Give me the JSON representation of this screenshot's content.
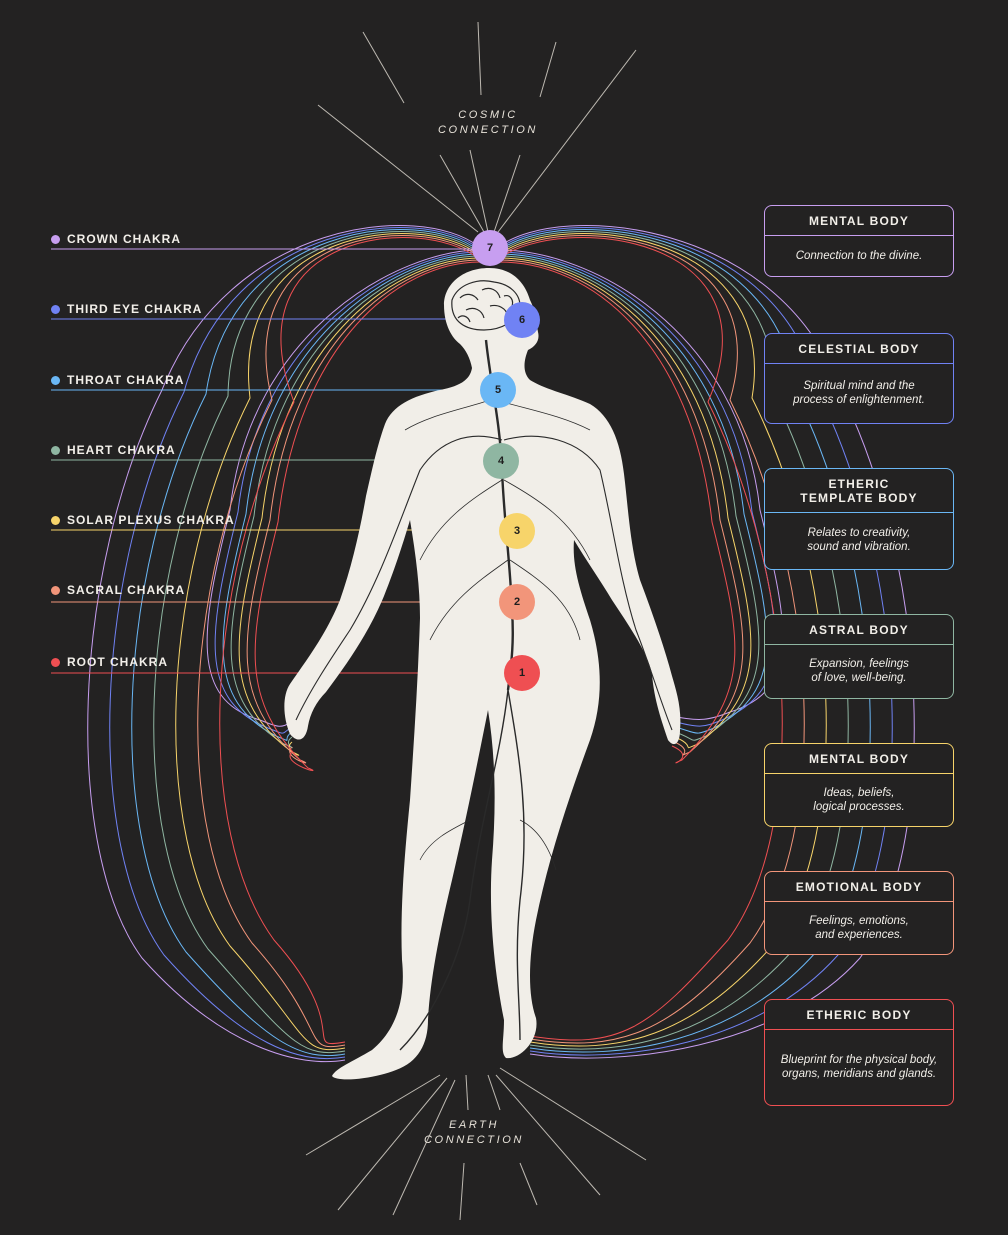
{
  "cosmic": {
    "line1": "COSMIC",
    "line2": "CONNECTION"
  },
  "earth": {
    "line1": "EARTH",
    "line2": "CONNECTION"
  },
  "chakras": [
    {
      "label": "CROWN CHAKRA",
      "number": "7",
      "color": "#c79ef0"
    },
    {
      "label": "THIRD EYE CHAKRA",
      "number": "6",
      "color": "#7082f4"
    },
    {
      "label": "THROAT CHAKRA",
      "number": "5",
      "color": "#6ab7f5"
    },
    {
      "label": "HEART CHAKRA",
      "number": "4",
      "color": "#8fb6a2"
    },
    {
      "label": "SOLAR PLEXUS CHAKRA",
      "number": "3",
      "color": "#f7d46a"
    },
    {
      "label": "SACRAL CHAKRA",
      "number": "2",
      "color": "#f2957a"
    },
    {
      "label": "ROOT CHAKRA",
      "number": "1",
      "color": "#ef4f52"
    }
  ],
  "bodies": [
    {
      "title": "MENTAL BODY",
      "description": "Connection to the divine.",
      "color": "#c79ef0"
    },
    {
      "title": "CELESTIAL BODY",
      "description": "Spiritual mind and the\nprocess of enlightenment.",
      "color": "#7082f4"
    },
    {
      "title": "ETHERIC\nTEMPLATE BODY",
      "description": "Relates to creativity,\nsound and vibration.",
      "color": "#6ab7f5"
    },
    {
      "title": "ASTRAL BODY",
      "description": "Expansion, feelings\nof love, well-being.",
      "color": "#8fb6a2"
    },
    {
      "title": "MENTAL BODY",
      "description": "Ideas, beliefs,\nlogical processes.",
      "color": "#f7d46a"
    },
    {
      "title": "EMOTIONAL BODY",
      "description": "Feelings, emotions,\nand experiences.",
      "color": "#f2957a"
    },
    {
      "title": "ETHERIC BODY",
      "description": "Blueprint for the physical body,\norgans, meridians and glands.",
      "color": "#ef4f52"
    }
  ],
  "figure_icon": "human-nervous-system-figure",
  "brain_icon": "brain-icon"
}
